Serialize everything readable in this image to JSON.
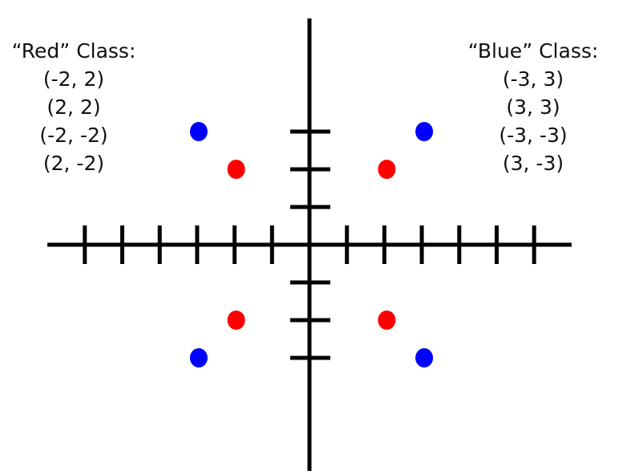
{
  "chart_data": {
    "type": "scatter",
    "xlim": [
      -7,
      7
    ],
    "ylim": [
      -6,
      6
    ],
    "series": [
      {
        "name": "Red",
        "color": "#ff0000",
        "points": [
          [
            -2,
            2
          ],
          [
            2,
            2
          ],
          [
            -2,
            -2
          ],
          [
            2,
            -2
          ]
        ]
      },
      {
        "name": "Blue",
        "color": "#0000ff",
        "points": [
          [
            -3,
            3
          ],
          [
            3,
            3
          ],
          [
            -3,
            -3
          ],
          [
            3,
            -3
          ]
        ]
      }
    ],
    "x_ticks": [
      -6,
      -5,
      -4,
      -3,
      -2,
      -1,
      1,
      2,
      3,
      4,
      5,
      6
    ],
    "y_ticks": [
      -3,
      -2,
      -1,
      1,
      2,
      3
    ],
    "axis_color": "#000000"
  },
  "legend": {
    "red": {
      "title": "“Red” Class:",
      "items": [
        "(-2, 2)",
        "(2, 2)",
        "(-2, -2)",
        "(2, -2)"
      ]
    },
    "blue": {
      "title": "“Blue” Class:",
      "items": [
        "(-3, 3)",
        "(3, 3)",
        "(-3, -3)",
        "(3, -3)"
      ]
    }
  }
}
